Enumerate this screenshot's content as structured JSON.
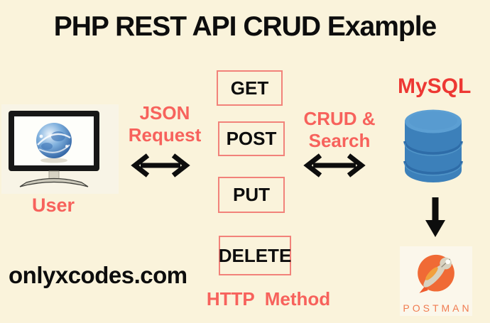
{
  "title": "PHP REST API CRUD Example",
  "watermark": "onlyxcodes.com",
  "user": {
    "label": "User",
    "icon": "monitor-globe-icon"
  },
  "json_request": {
    "line1": "JSON",
    "line2": "Request"
  },
  "crud_search": {
    "line1": "CRUD &",
    "line2": "Search"
  },
  "http_methods": {
    "items": [
      "GET",
      "POST",
      "PUT",
      "DELETE"
    ],
    "caption": "HTTP  Method"
  },
  "mysql": {
    "label": "MySQL",
    "icon": "database-cylinder-icon"
  },
  "postman": {
    "label": "POSTMAN",
    "icon": "postman-astronaut-icon"
  },
  "icons": {
    "left_arrow": "double-headed-horizontal-arrow",
    "right_arrow": "double-headed-horizontal-arrow",
    "down_arrow": "down-arrow"
  },
  "colors": {
    "background": "#FAF3DB",
    "accent_salmon": "#F7625C",
    "box_border": "#F2827A",
    "mysql_red": "#ED3833",
    "postman_orange": "#F06A35",
    "db_blue": "#3C80BA",
    "text_black": "#0D0D0D"
  }
}
